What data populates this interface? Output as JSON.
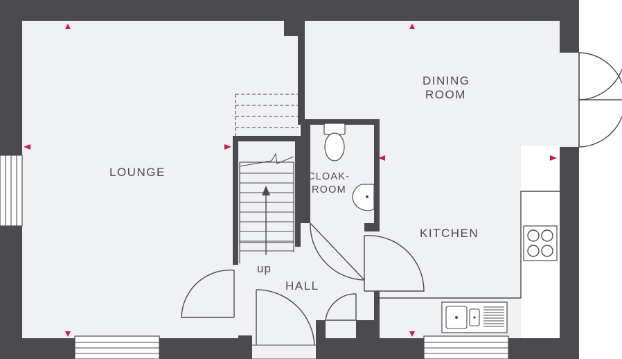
{
  "rooms": {
    "lounge": "LOUNGE",
    "dining_line1": "DINING",
    "dining_line2": "ROOM",
    "cloak_line1": "CLOAK-",
    "cloak_line2": "ROOM",
    "kitchen": "KITCHEN",
    "hall": "HALL"
  },
  "stairs": {
    "direction_label": "up"
  },
  "colors": {
    "wall": "#4b4a4f",
    "floor": "#f0f1f3",
    "marker": "#d6164a"
  },
  "icons": [
    "toilet-icon",
    "basin-icon",
    "hob-icon",
    "sink-icon",
    "arrow-up-icon",
    "power-point-marker-icon"
  ]
}
